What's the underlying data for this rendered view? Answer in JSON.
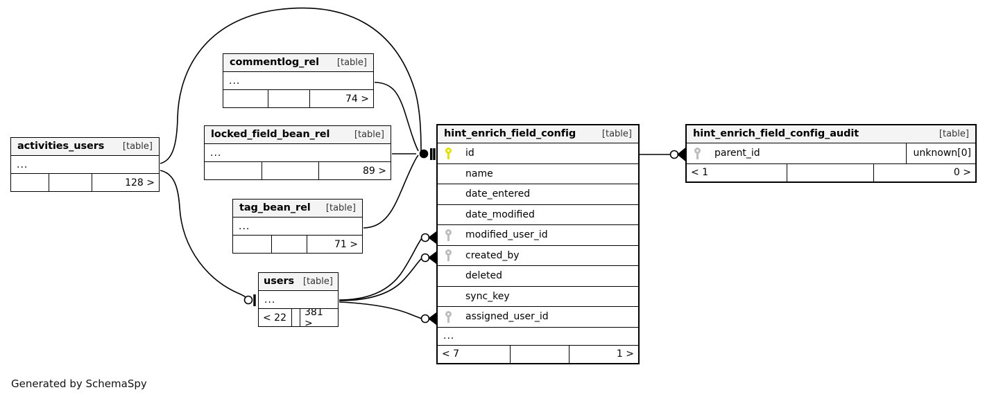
{
  "diagram": {
    "generator_credit": "Generated by SchemaSpy",
    "table_tag": "[table]",
    "ellipsis": "...",
    "colors": {
      "primary_key": "#e2e200",
      "foreign_key": "#bdbdbd",
      "header_background": "#f4f4f4",
      "border": "#000000",
      "page_background": "#ffffff"
    }
  },
  "tables": {
    "activities_users": {
      "name": "activities_users",
      "tag": "[table]",
      "ellipsis": "...",
      "footer": {
        "left": "",
        "center": "",
        "right": "128 >"
      }
    },
    "commentlog_rel": {
      "name": "commentlog_rel",
      "tag": "[table]",
      "ellipsis": "...",
      "footer": {
        "left": "",
        "center": "",
        "right": "74 >"
      }
    },
    "locked_field_bean_rel": {
      "name": "locked_field_bean_rel",
      "tag": "[table]",
      "ellipsis": "...",
      "footer": {
        "left": "",
        "center": "",
        "right": "89 >"
      }
    },
    "tag_bean_rel": {
      "name": "tag_bean_rel",
      "tag": "[table]",
      "ellipsis": "...",
      "footer": {
        "left": "",
        "center": "",
        "right": "71 >"
      }
    },
    "users": {
      "name": "users",
      "tag": "[table]",
      "ellipsis": "...",
      "footer": {
        "left": "< 22",
        "center": "",
        "right": "381 >"
      }
    },
    "hint_enrich_field_config": {
      "name": "hint_enrich_field_config",
      "tag": "[table]",
      "ellipsis": "...",
      "columns": [
        {
          "name": "id",
          "key": "primary"
        },
        {
          "name": "name",
          "key": "none"
        },
        {
          "name": "date_entered",
          "key": "none"
        },
        {
          "name": "date_modified",
          "key": "none"
        },
        {
          "name": "modified_user_id",
          "key": "foreign"
        },
        {
          "name": "created_by",
          "key": "foreign"
        },
        {
          "name": "deleted",
          "key": "none"
        },
        {
          "name": "sync_key",
          "key": "none"
        },
        {
          "name": "assigned_user_id",
          "key": "foreign"
        }
      ],
      "footer": {
        "left": "< 7",
        "center": "",
        "right": "1 >"
      }
    },
    "hint_enrich_field_config_audit": {
      "name": "hint_enrich_field_config_audit",
      "tag": "[table]",
      "columns": [
        {
          "name": "parent_id",
          "key": "foreign",
          "type": "unknown[0]"
        }
      ],
      "footer": {
        "left": "< 1",
        "center": "",
        "right": "0 >"
      }
    }
  },
  "relationships": [
    {
      "from": "activities_users",
      "to": "hint_enrich_field_config.id"
    },
    {
      "from": "commentlog_rel",
      "to": "hint_enrich_field_config.id"
    },
    {
      "from": "locked_field_bean_rel",
      "to": "hint_enrich_field_config.id"
    },
    {
      "from": "tag_bean_rel",
      "to": "hint_enrich_field_config.id"
    },
    {
      "from": "users",
      "to": "hint_enrich_field_config.modified_user_id"
    },
    {
      "from": "users",
      "to": "hint_enrich_field_config.created_by"
    },
    {
      "from": "users",
      "to": "hint_enrich_field_config.assigned_user_id"
    },
    {
      "from": "activities_users",
      "to": "users"
    },
    {
      "from": "hint_enrich_field_config.id",
      "to": "hint_enrich_field_config_audit.parent_id"
    }
  ]
}
